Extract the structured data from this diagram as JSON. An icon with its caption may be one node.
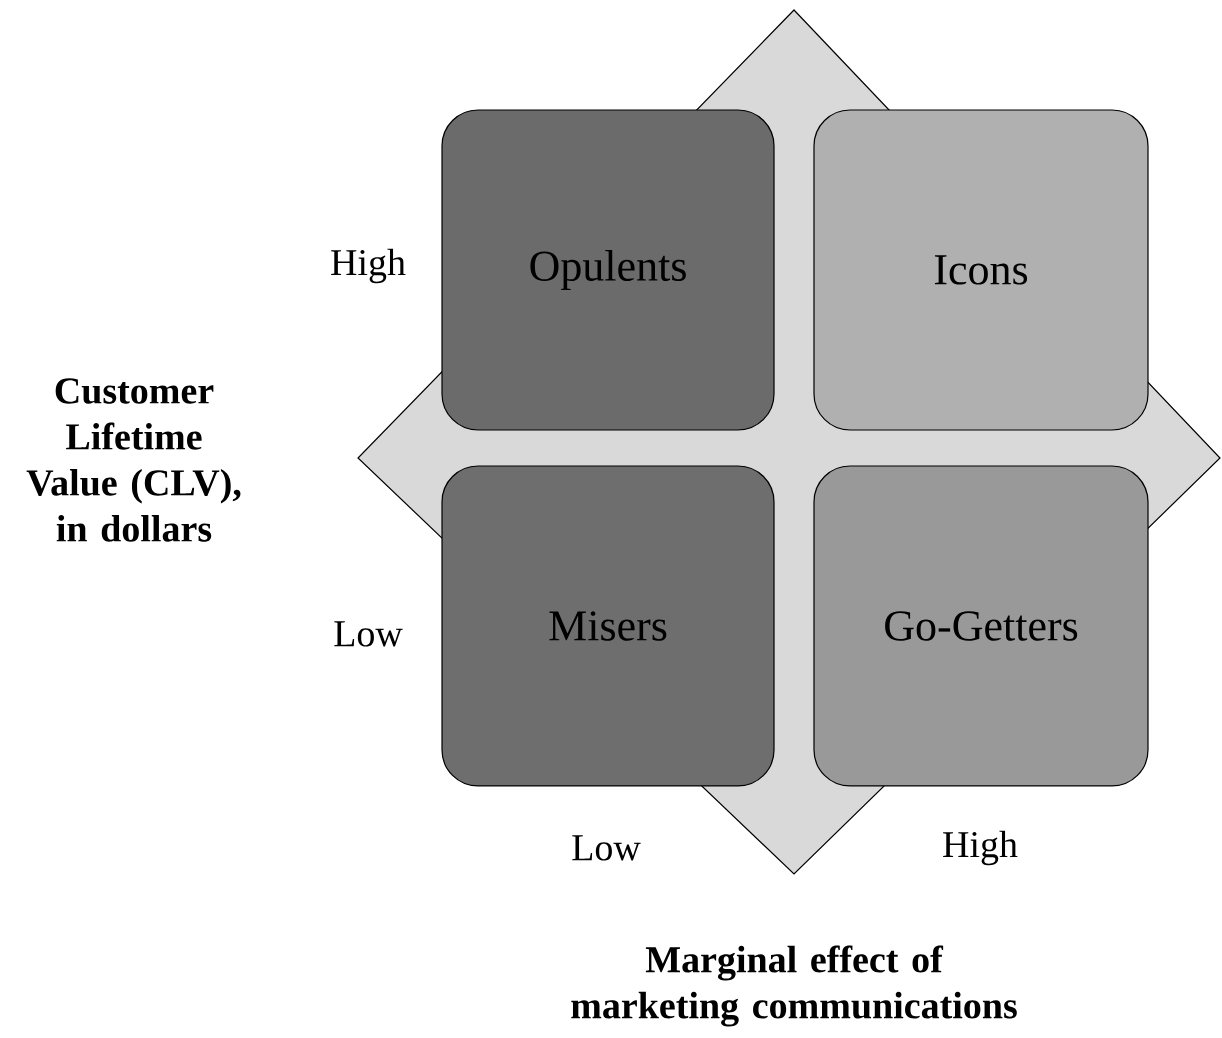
{
  "diagram": {
    "nodes": [
      {
        "text": [
          "Opulents"
        ]
      },
      {
        "text": [
          "Icons"
        ]
      },
      {
        "text": [
          "Misers"
        ]
      },
      {
        "text": [
          "Go-Getters"
        ]
      }
    ],
    "labels": [
      "High",
      "Customer Lifetime Value (CLV), in dollars",
      "Low",
      "Low",
      "High",
      "Marginal effect of marketing communications"
    ]
  }
}
